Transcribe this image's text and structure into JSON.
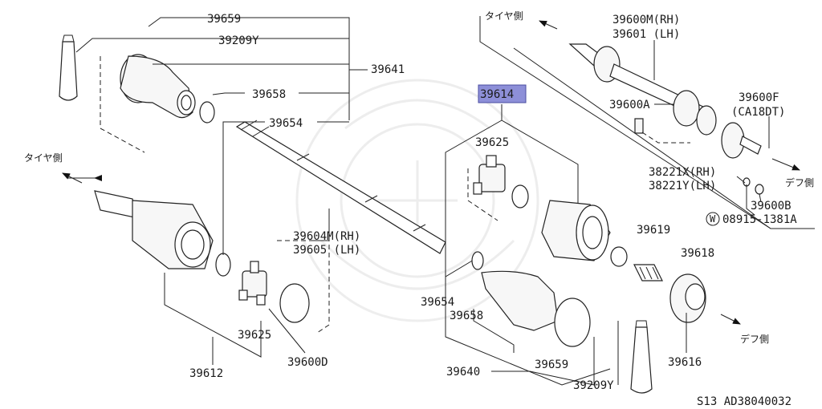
{
  "labels": {
    "p39659_top": "39659",
    "p39209Y_top": "39209Y",
    "p39641": "39641",
    "p39658_top": "39658",
    "p39654_top": "39654",
    "tire_side_left": "タイヤ側",
    "p39604M": "39604M(RH)",
    "p39605": "39605 (LH)",
    "p39625_left": "39625",
    "p39600D": "39600D",
    "p39612": "39612",
    "p39614": "39614",
    "p39625_center": "39625",
    "p39654_bottom": "39654",
    "p39658_bottom": "39658",
    "p39640": "39640",
    "p39659_bottom": "39659",
    "p39209Y_bottom": "39209Y",
    "p39619": "39619",
    "p39618": "39618",
    "p39616": "39616",
    "diff_side_lower": "デフ側",
    "tire_side_right": "タイヤ側",
    "p39600M": "39600M(RH)",
    "p39601": "39601 (LH)",
    "p39600A": "39600A",
    "p39600F": "39600F",
    "ca18dt": "(CA18DT)",
    "diff_side_upper": "デフ側",
    "p38221X": "38221X(RH)",
    "p38221Y": "38221Y(LH)",
    "p39600B": "39600B",
    "w_symbol": "W",
    "p08915": "08915-1381A",
    "footer": "S13  AD38040032"
  },
  "colors": {
    "highlight": "#8d8fd8",
    "line": "#222222"
  }
}
